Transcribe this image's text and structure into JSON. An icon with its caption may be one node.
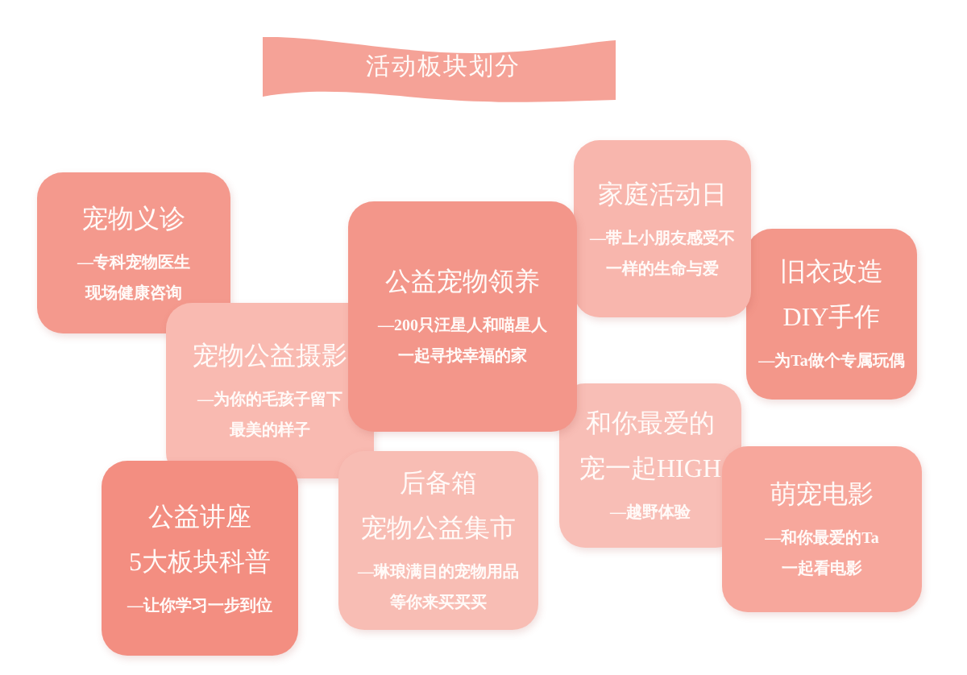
{
  "diagram": {
    "title": "活动板块划分",
    "nodes": [
      {
        "text": [
          "宠物义诊",
          "—专科宠物医生现场健康咨询"
        ]
      },
      {
        "text": [
          "家庭活动日",
          "—带上小朋友感受不一样的生命与爱"
        ]
      },
      {
        "text": [
          "公益宠物领养",
          "—200只汪星人和喵星人一起寻找幸福的家"
        ]
      },
      {
        "text": [
          "旧衣改造DIY手作",
          "—为Ta做个专属玩偶"
        ]
      },
      {
        "text": [
          "宠物公益摄影",
          "—为你的毛孩子留下最美的样子"
        ]
      },
      {
        "text": [
          "和你最爱的宠一起HIGH",
          "—越野体验"
        ]
      },
      {
        "text": [
          "公益讲座5大板块科普",
          "—让你学习一步到位"
        ]
      },
      {
        "text": [
          "后备箱宠物公益集市",
          "—琳琅满目的宠物用品等你来买买买"
        ]
      },
      {
        "text": [
          "萌宠电影",
          "—和你最爱的Ta一起看电影"
        ]
      }
    ]
  }
}
